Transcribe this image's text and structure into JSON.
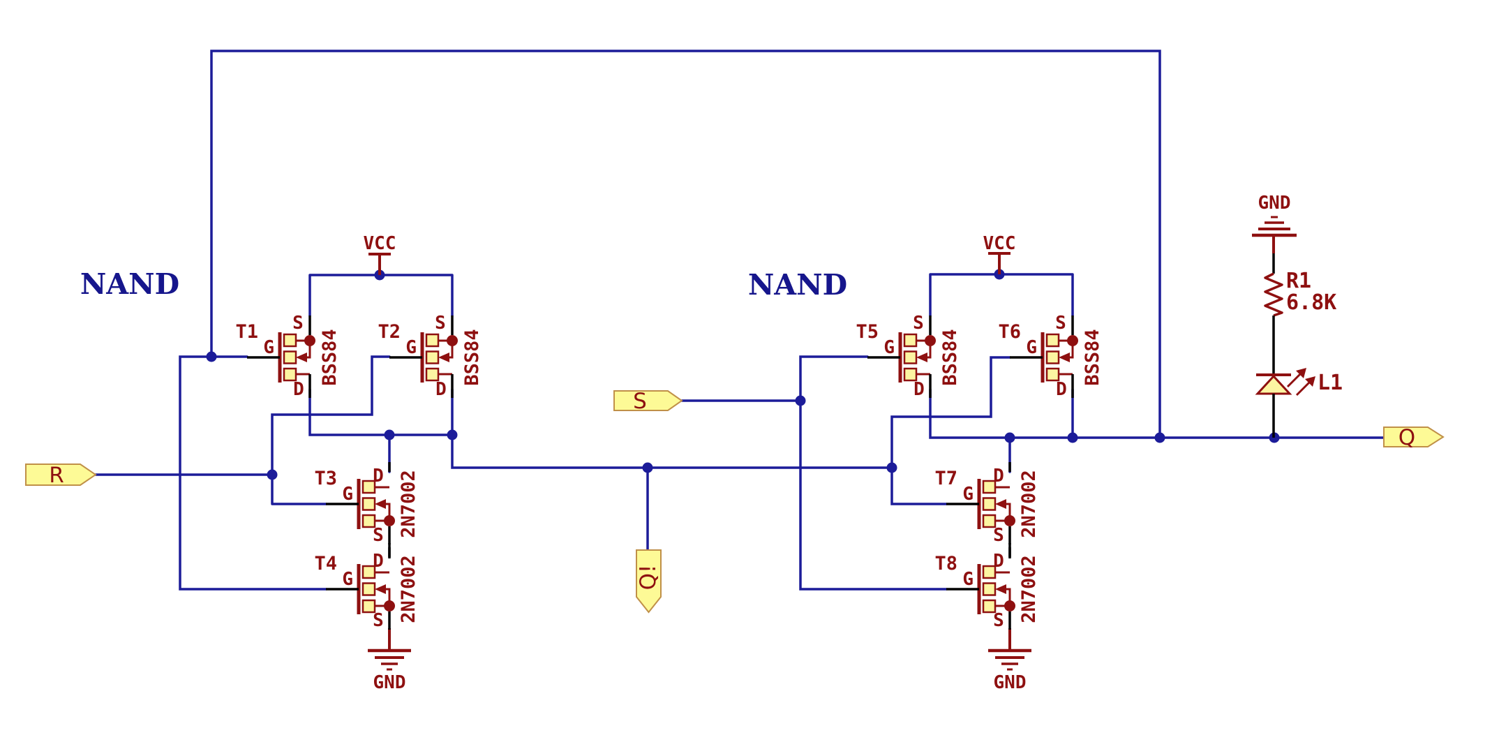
{
  "colors": {
    "wire": "#1c1c99",
    "pin_black": "#000000",
    "component": "#8e1010",
    "pad_fill": "#fcf5a2",
    "flag_fill": "#fdfa96",
    "flag_border": "#c09048",
    "nand_text": "#16168c",
    "background": "#ffffff"
  },
  "labels": {
    "nand_left": "NAND",
    "nand_right": "NAND"
  },
  "power": {
    "vcc": "VCC",
    "gnd": "GND"
  },
  "ports": [
    {
      "id": "R",
      "label": "R"
    },
    {
      "id": "S",
      "label": "S"
    },
    {
      "id": "Q",
      "label": "Q"
    },
    {
      "id": "QBAR",
      "label": "Q!"
    }
  ],
  "transistors": [
    {
      "ref": "T1",
      "part": "BSS84",
      "type": "pmos",
      "pins": {
        "gate": "G",
        "source": "S",
        "drain": "D"
      }
    },
    {
      "ref": "T2",
      "part": "BSS84",
      "type": "pmos",
      "pins": {
        "gate": "G",
        "source": "S",
        "drain": "D"
      }
    },
    {
      "ref": "T3",
      "part": "2N7002",
      "type": "nmos",
      "pins": {
        "gate": "G",
        "source": "S",
        "drain": "D"
      }
    },
    {
      "ref": "T4",
      "part": "2N7002",
      "type": "nmos",
      "pins": {
        "gate": "G",
        "source": "S",
        "drain": "D"
      }
    },
    {
      "ref": "T5",
      "part": "BSS84",
      "type": "pmos",
      "pins": {
        "gate": "G",
        "source": "S",
        "drain": "D"
      }
    },
    {
      "ref": "T6",
      "part": "BSS84",
      "type": "pmos",
      "pins": {
        "gate": "G",
        "source": "S",
        "drain": "D"
      }
    },
    {
      "ref": "T7",
      "part": "2N7002",
      "type": "nmos",
      "pins": {
        "gate": "G",
        "source": "S",
        "drain": "D"
      }
    },
    {
      "ref": "T8",
      "part": "2N7002",
      "type": "nmos",
      "pins": {
        "gate": "G",
        "source": "S",
        "drain": "D"
      }
    }
  ],
  "resistor": {
    "ref": "R1",
    "value": "6.8K"
  },
  "led": {
    "ref": "L1"
  }
}
